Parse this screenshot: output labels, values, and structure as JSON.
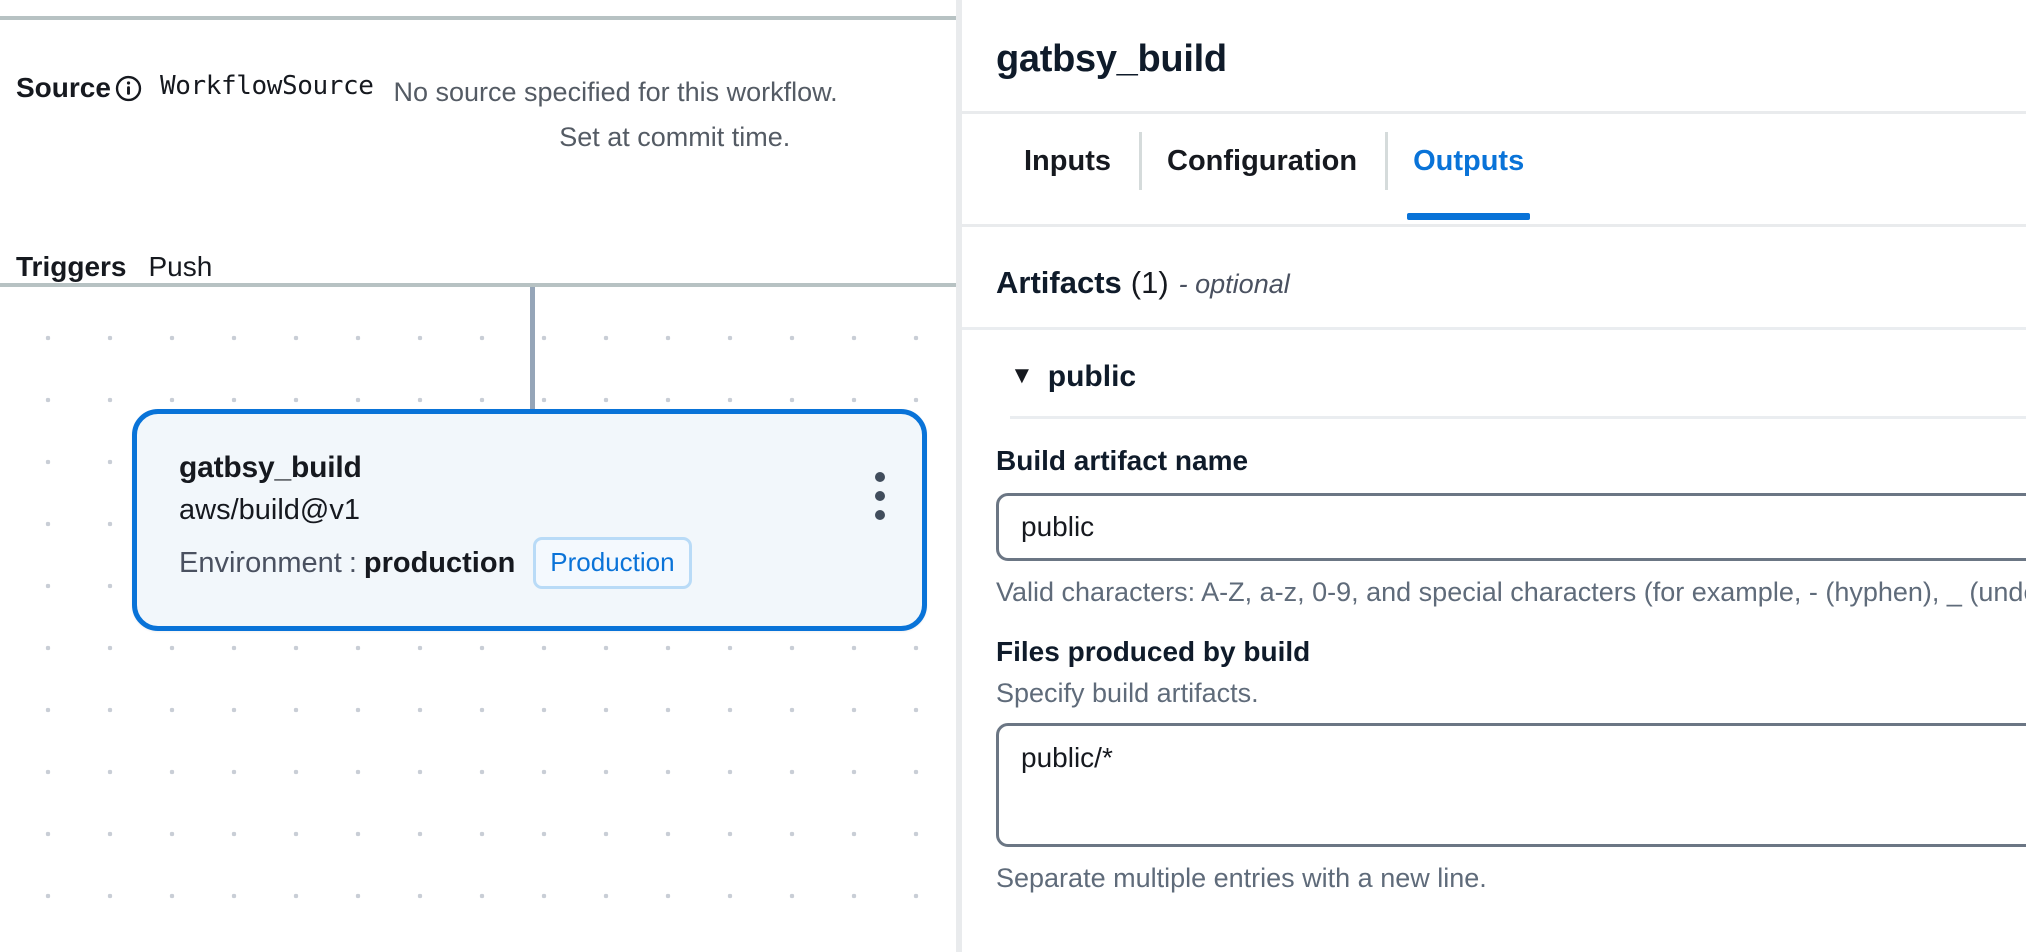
{
  "workflow": {
    "source": {
      "label": "Source",
      "info_icon": "info-circle-icon",
      "name": "WorkflowSource",
      "description_line1": "No source specified for this workflow.",
      "description_line2": "Set at commit time."
    },
    "triggers": {
      "label": "Triggers",
      "value": "Push"
    },
    "node": {
      "title": "gatbsy_build",
      "action": "aws/build@v1",
      "env_key": "Environment",
      "env_separator": ":",
      "env_value": "production",
      "env_badge": "Production",
      "menu_icon": "kebab-menu-icon",
      "border_color": "#0973d8",
      "fill_color": "#f2f7fb"
    }
  },
  "details_panel": {
    "title": "gatbsy_build",
    "tabs": [
      {
        "label": "Inputs",
        "active": false
      },
      {
        "label": "Configuration",
        "active": false
      },
      {
        "label": "Outputs",
        "active": true
      }
    ],
    "accent_color": "#0973d8",
    "artifacts": {
      "title": "Artifacts",
      "count": "(1)",
      "optional": "- optional",
      "items": [
        {
          "caret_icon": "caret-down-icon",
          "name": "public",
          "build_artifact_name": {
            "label": "Build artifact name",
            "value": "public",
            "placeholder": "",
            "hint": "Valid characters: A-Z, a-z, 0-9, and special characters (for example, - (hyphen), _ (underscore))."
          },
          "files_produced": {
            "label": "Files produced by build",
            "sub_label": "Specify build artifacts.",
            "value": "public/*",
            "placeholder": "",
            "hint": "Separate multiple entries with a new line."
          }
        }
      ]
    }
  }
}
